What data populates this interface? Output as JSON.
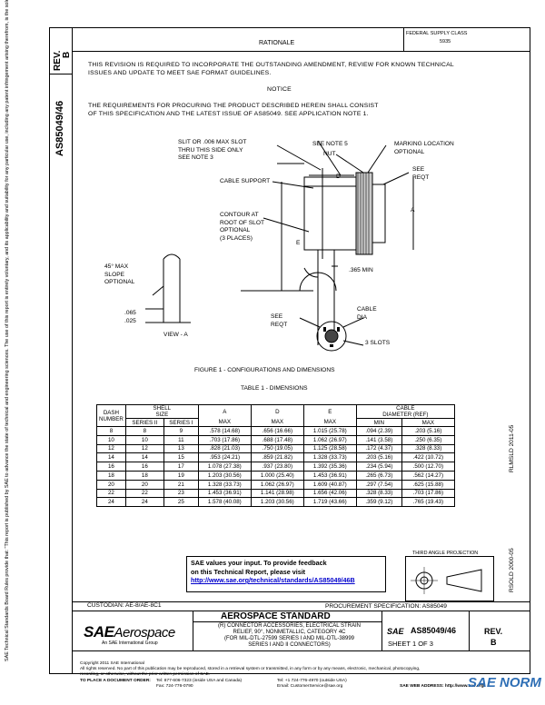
{
  "side_note": "SAE Technical Standards Board Rules provide that: \"This report is published by SAE to advance the state of technical and engineering sciences. The use of this report is entirely voluntary, and its applicability and suitability for any particular use, including any patent infringement arising therefrom, is the sole responsibility of the user.\" SAE reviews each technical report at least every five years at which time it may be reaffirmed, revised, or cancelled. SAE invites your written comments and suggestions.",
  "header": {
    "rev_label": "REV.",
    "rev_value": "B",
    "doc_vertical": "AS85049/46",
    "federal_note": "FEDERAL SUPPLY CLASS",
    "fsc_code": "5935",
    "rationale_title": "RATIONALE"
  },
  "rationale_text": "THIS REVISION IS REQUIRED TO INCORPORATE THE OUTSTANDING AMENDMENT, REVIEW FOR KNOWN TECHNICAL ISSUES AND UPDATE TO MEET SAE FORMAT GUIDELINES.",
  "notice_title": "NOTICE",
  "notice_text": "THE REQUIREMENTS FOR PROCURING THE PRODUCT DESCRIBED HEREIN SHALL CONSIST OF THIS SPECIFICATION AND THE LATEST ISSUE OF AS85049. SEE APPLICATION NOTE 1.",
  "figure": {
    "label_slit": "SLIT OR .006 MAX SLOT",
    "label_thru": "THRU THIS SIDE ONLY",
    "label_see3": "SEE NOTE 3",
    "label_see5": "SEE NOTE 5",
    "label_nut": "NUT",
    "label_marking": "MARKING LOCATION",
    "label_optional": "OPTIONAL",
    "label_see": "SEE",
    "label_reqt": "REQT",
    "label_cable_support": "CABLE SUPPORT",
    "label_contour1": "CONTOUR AT",
    "label_contour2": "ROOT OF SLOT",
    "label_contour3": "OPTIONAL",
    "label_contour4": "(3 PLACES)",
    "label_45": "45° MAX",
    "label_slope": "SLOPE",
    "label_slope_opt": "OPTIONAL",
    "label_065": ".065",
    "label_025": ".025",
    "label_view": "VIEW - A",
    "label_365": ".365 MIN",
    "label_see_reqt1": "SEE",
    "label_see_reqt2": "REQT",
    "label_cable_dia1": "CABLE",
    "label_cable_dia2": "DIA",
    "label_3slots": "3 SLOTS",
    "dim_a": "A",
    "dim_d": "D",
    "dim_e": "E",
    "caption": "FIGURE 1 - CONFIGURATIONS AND DIMENSIONS"
  },
  "table": {
    "title": "TABLE 1 - DIMENSIONS",
    "h_dash": "DASH",
    "h_number": "NUMBER",
    "h_shell": "SHELL",
    "h_size": "SIZE",
    "h_series2": "SERIES II",
    "h_series1": "SERIES I",
    "h_a": "A",
    "h_d": "D",
    "h_e": "E",
    "h_max": "MAX",
    "h_cable": "CABLE",
    "h_diam": "DIAMETER (REF)",
    "h_min": "MIN",
    "rows": [
      [
        "8",
        "8",
        "9",
        ".578 (14.68)",
        ".656 (16.66)",
        "1.015 (25.78)",
        ".094 (2.39)",
        ".203 (5.16)"
      ],
      [
        "10",
        "10",
        "11",
        ".703 (17.86)",
        ".688 (17.48)",
        "1.062 (26.97)",
        ".141 (3.58)",
        ".250 (6.35)"
      ],
      [
        "12",
        "12",
        "13",
        ".828 (21.03)",
        ".750 (19.05)",
        "1.125 (28.58)",
        ".172 (4.37)",
        ".328 (8.33)"
      ],
      [
        "14",
        "14",
        "15",
        ".953 (24.21)",
        ".859 (21.82)",
        "1.328 (33.73)",
        ".203 (5.16)",
        ".422 (10.72)"
      ],
      [
        "16",
        "16",
        "17",
        "1.078 (27.38)",
        ".937 (23.80)",
        "1.392 (35.36)",
        ".234 (5.94)",
        ".500 (12.70)"
      ],
      [
        "18",
        "18",
        "19",
        "1.203 (30.56)",
        "1.000 (25.40)",
        "1.453 (36.91)",
        ".265 (6.73)",
        ".562 (14.27)"
      ],
      [
        "20",
        "20",
        "21",
        "1.328 (33.73)",
        "1.062 (26.97)",
        "1.609 (40.87)",
        ".297 (7.54)",
        ".625 (15.88)"
      ],
      [
        "22",
        "22",
        "23",
        "1.453 (36.91)",
        "1.141 (28.98)",
        "1.656 (42.06)",
        ".328 (8.33)",
        ".703 (17.86)"
      ],
      [
        "24",
        "24",
        "25",
        "1.578 (40.08)",
        "1.203 (30.56)",
        "1.719 (43.66)",
        ".359 (9.12)",
        ".765 (19.43)"
      ]
    ]
  },
  "right_vertical": "RLMSLD 2011-05",
  "right_vertical2": "RSOLD 2000-05",
  "feedback": {
    "line1": "SAE values your input. To provide feedback",
    "line2": "on this Technical Report, please visit",
    "url": "http://www.sae.org/technical/standards/AS85049/46B"
  },
  "third_angle": "THIRD ANGLE PROJECTION",
  "custodian": "CUSTODIAN: AE-8/AE-8C1",
  "procurement": "PROCUREMENT SPECIFICATION: AS85049",
  "title_block": {
    "logo_sae": "SAE",
    "logo_aerospace": "Aerospace",
    "logo_sub": "An SAE International Group",
    "standard": "AEROSPACE STANDARD",
    "desc1": "(R) CONNECTOR ACCESSORIES, ELECTRICAL STRAIN",
    "desc2": "RELIEF, 90°, NONMETALLIC, CATEGORY 4C",
    "desc3": "(FOR MIL-DTL-27599 SERIES I AND MIL-DTL-38999",
    "desc4": "SERIES I AND II CONNECTORS)",
    "sae_small": "SAE",
    "doc_no": "AS85049/46",
    "sheet": "SHEET 1 OF 3",
    "rev_label": "REV.",
    "rev_value": "B"
  },
  "footer": {
    "copyright": "Copyright 2011 SAE International",
    "rights1": "All rights reserved. No part of this publication may be reproduced, stored in a retrieval system or transmitted, in any form or by any means, electronic, mechanical, photocopying,",
    "rights2": "recording, or otherwise, without the prior written permission of SAE.",
    "order": "TO PLACE A DOCUMENT ORDER:",
    "tel1": "Tel: 877-606-7323 (inside USA and Canada)",
    "tel2": "Tel: +1 724-776-4970 (outside USA)",
    "fax": "Fax: 724-776-0790",
    "email": "Email: CustomerService@sae.org",
    "web": "SAE WEB ADDRESS: http://www.sae.org",
    "watermark": "SAE NORM"
  }
}
